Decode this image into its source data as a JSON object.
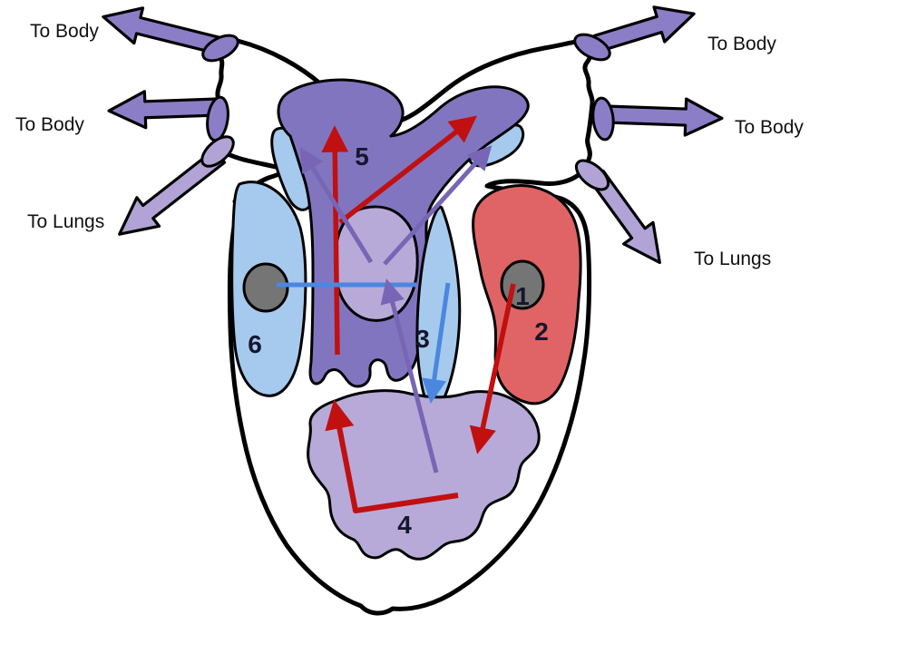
{
  "diagram": {
    "title": "Amphibian three-chambered heart blood-flow diagram",
    "vessels": {
      "top_left": "To Body",
      "mid_left": "To Body",
      "lower_left": "To Lungs",
      "top_right": "To Body",
      "mid_right": "To Body",
      "lower_right": "To Lungs"
    },
    "regions": {
      "r1": "1",
      "r2": "2",
      "r3": "3",
      "r4": "4",
      "r5": "5",
      "r6": "6"
    },
    "colors": {
      "outline": "#000000",
      "purple_region": "#8275c0",
      "lavender_region": "#b7aad8",
      "light_blue_region": "#a6caed",
      "red_region": "#e06466",
      "gray_node": "#757575",
      "body_arrow": "#8c7dc7",
      "lungs_arrow": "#b2a3d6",
      "red_arrow": "#c01010",
      "blue_arrow": "#4b87df",
      "purple_arrow": "#7765b5"
    }
  }
}
